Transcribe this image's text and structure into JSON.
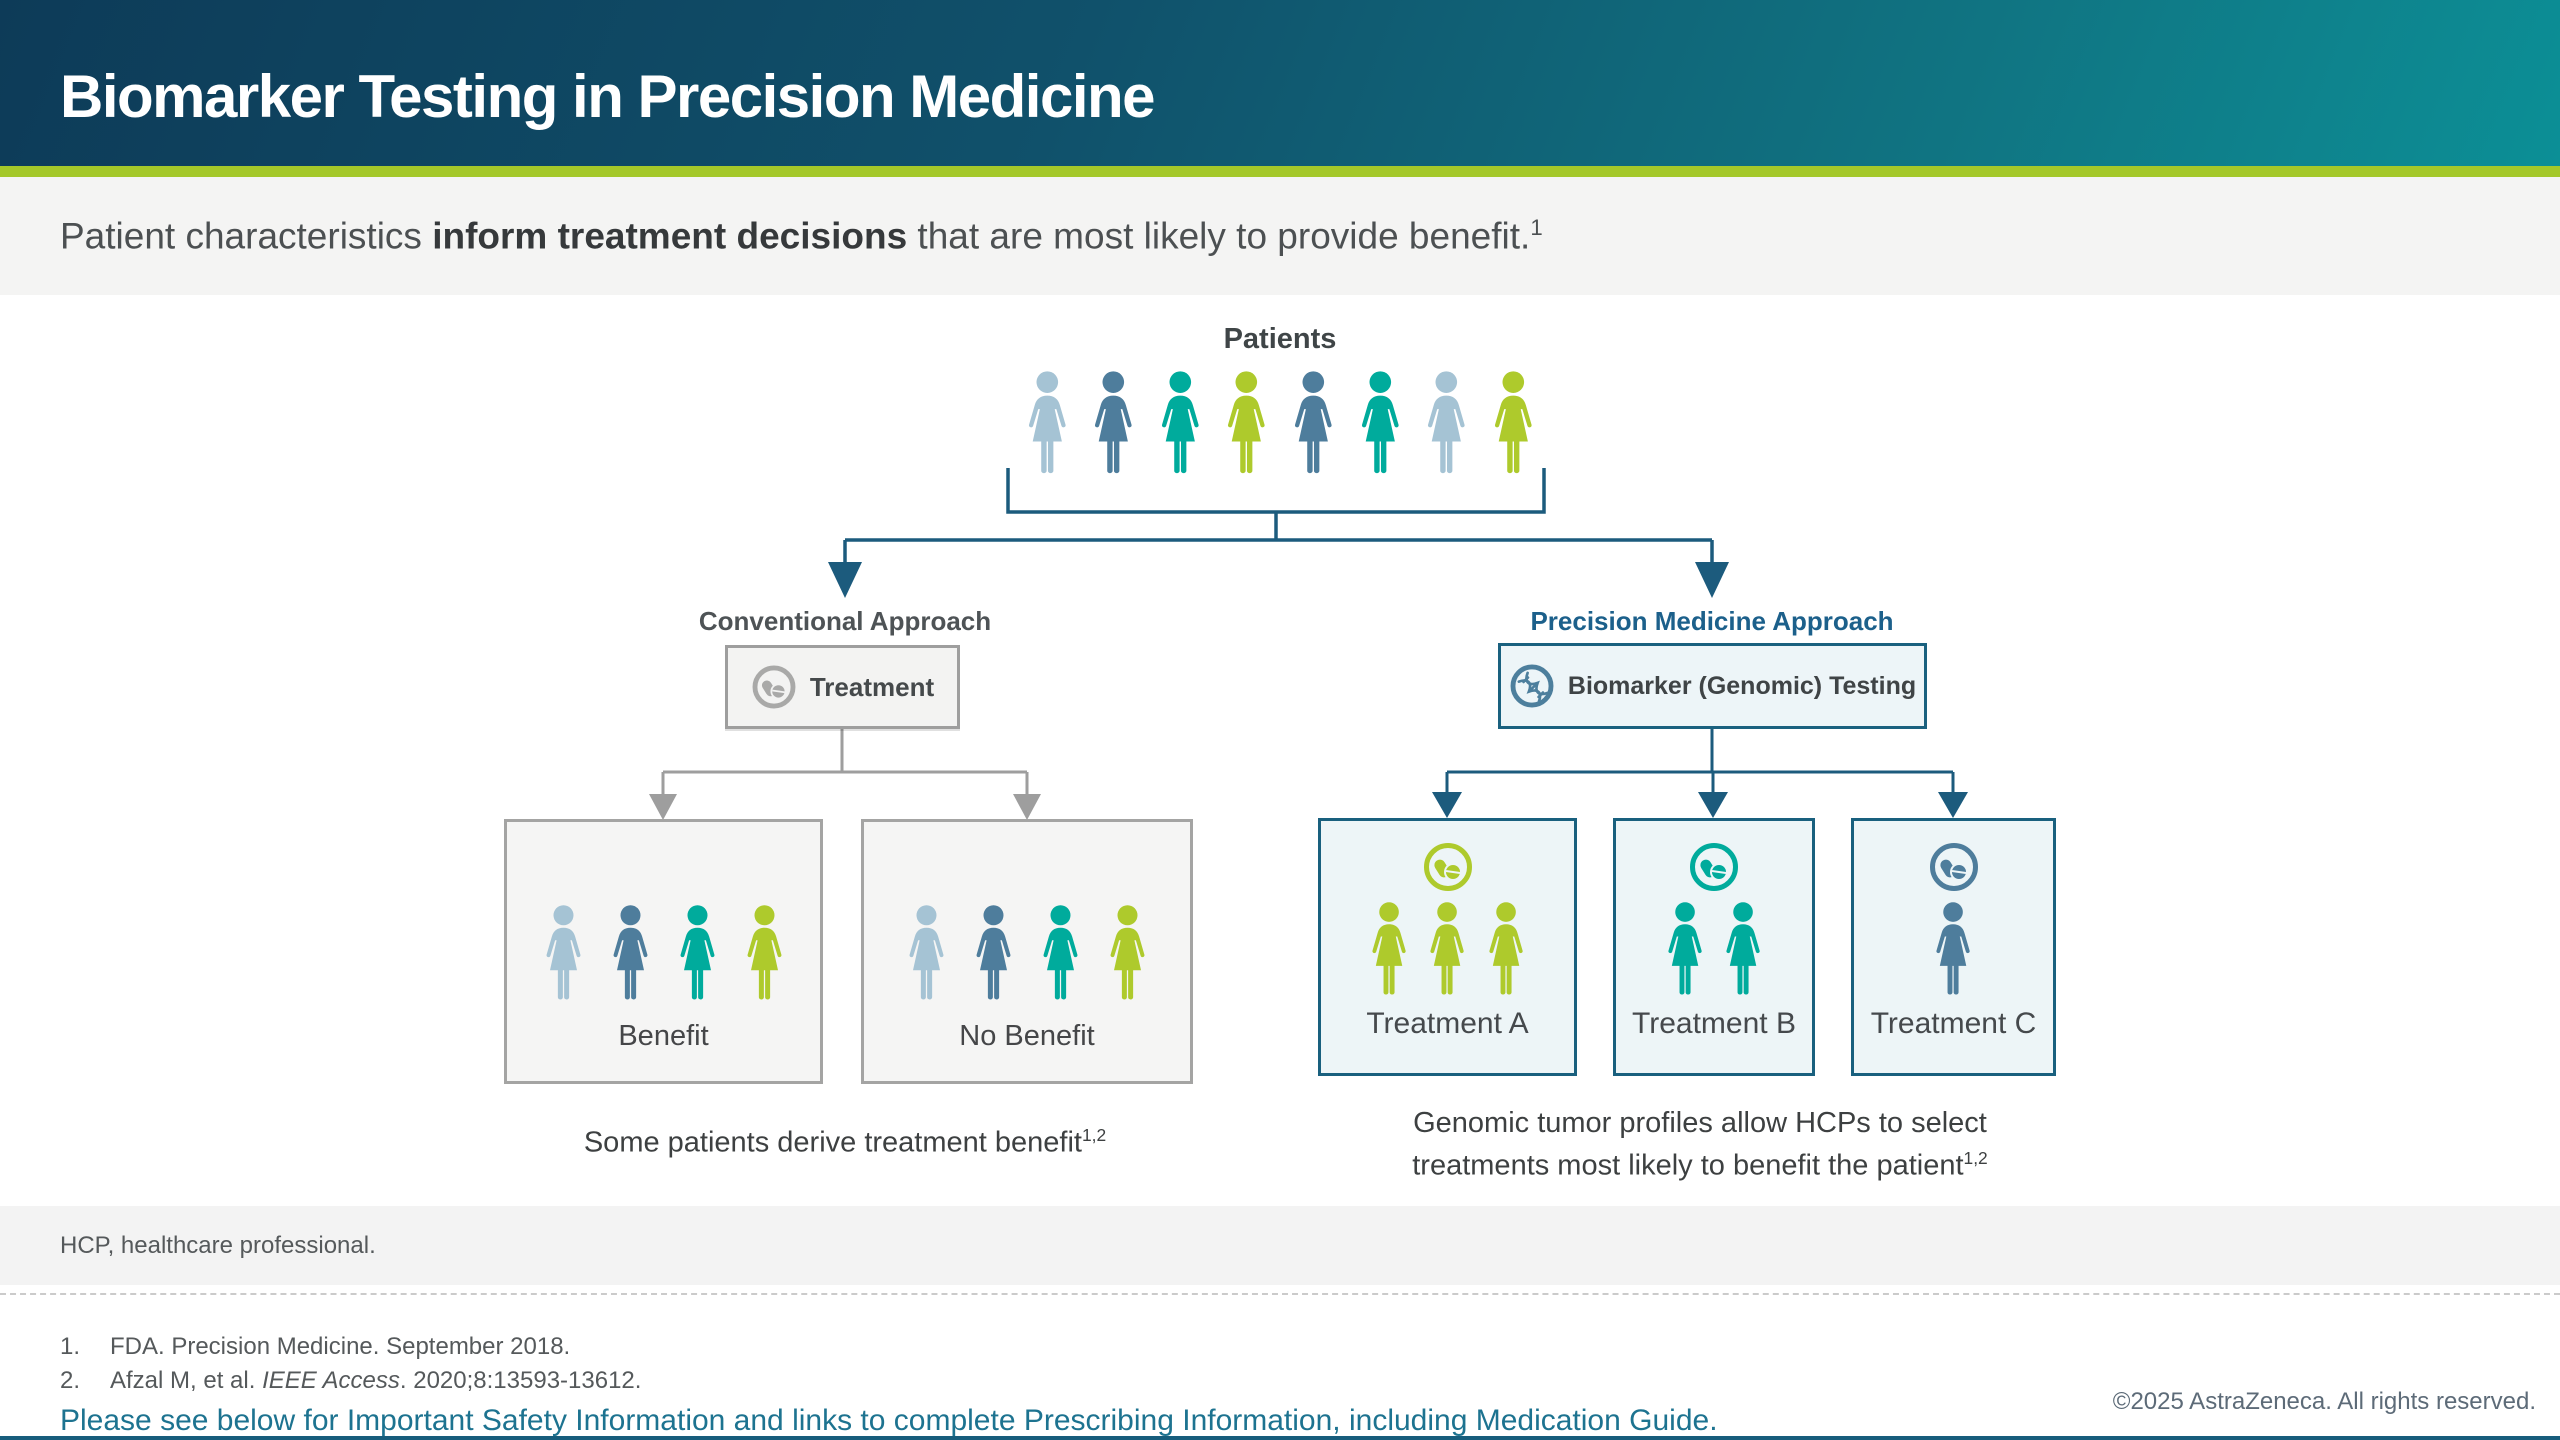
{
  "header": {
    "title": "Biomarker Testing in Precision Medicine"
  },
  "tagline": {
    "prefix": "Patient characteristics ",
    "bold": "inform treatment decisions",
    "suffix": " that are most likely to provide benefit.",
    "sup": "1"
  },
  "diagram": {
    "patients_label": "Patients",
    "patients_colors": [
      "lightblue",
      "steelblue",
      "teal",
      "green",
      "steelblue",
      "teal",
      "lightblue",
      "green"
    ],
    "left": {
      "approach_label": "Conventional Approach",
      "box_label": "Treatment",
      "box_icon": "pills-icon",
      "outcomes": [
        {
          "label": "Benefit",
          "colors": [
            "lightblue",
            "steelblue",
            "teal",
            "green"
          ]
        },
        {
          "label": "No Benefit",
          "colors": [
            "lightblue",
            "steelblue",
            "teal",
            "green"
          ]
        }
      ],
      "caption": "Some patients derive treatment benefit",
      "caption_sup": "1,2"
    },
    "right": {
      "approach_label": "Precision Medicine Approach",
      "box_label": "Biomarker (Genomic) Testing",
      "box_icon": "dna-icon",
      "treatments": [
        {
          "label": "Treatment A",
          "accent": "green",
          "people": [
            "green",
            "green",
            "green"
          ]
        },
        {
          "label": "Treatment B",
          "accent": "teal",
          "people": [
            "teal",
            "teal"
          ]
        },
        {
          "label": "Treatment C",
          "accent": "steelblue",
          "people": [
            "steelblue"
          ]
        }
      ],
      "caption_line1": "Genomic tumor profiles allow HCPs to select",
      "caption_line2": "treatments most likely to benefit the patient",
      "caption_sup": "1,2"
    }
  },
  "footnote": "HCP, healthcare professional.",
  "references": [
    {
      "num": "1.",
      "pre": "FDA. Precision Medicine. September 2018.",
      "italic": "",
      "post": ""
    },
    {
      "num": "2.",
      "pre": "Afzal M, et al. ",
      "italic": "IEEE Access",
      "post": ". 2020;8:13593-13612."
    }
  ],
  "isi_note": "Please see below for Important Safety Information and links to complete Prescribing Information, including Medication Guide.",
  "copyright": "©2025 AstraZeneca. All rights reserved.",
  "colors": {
    "lightblue": "#a5c3d4",
    "steelblue": "#4e7d9c",
    "teal": "#00ab9c",
    "green": "#aeca2c",
    "navy_line": "#1c5b7d",
    "gray_line": "#9e9e9e",
    "header_green_bar": "#a4c829",
    "accent_navy_text": "#1c608b",
    "isi_teal_text": "#1d7390"
  }
}
